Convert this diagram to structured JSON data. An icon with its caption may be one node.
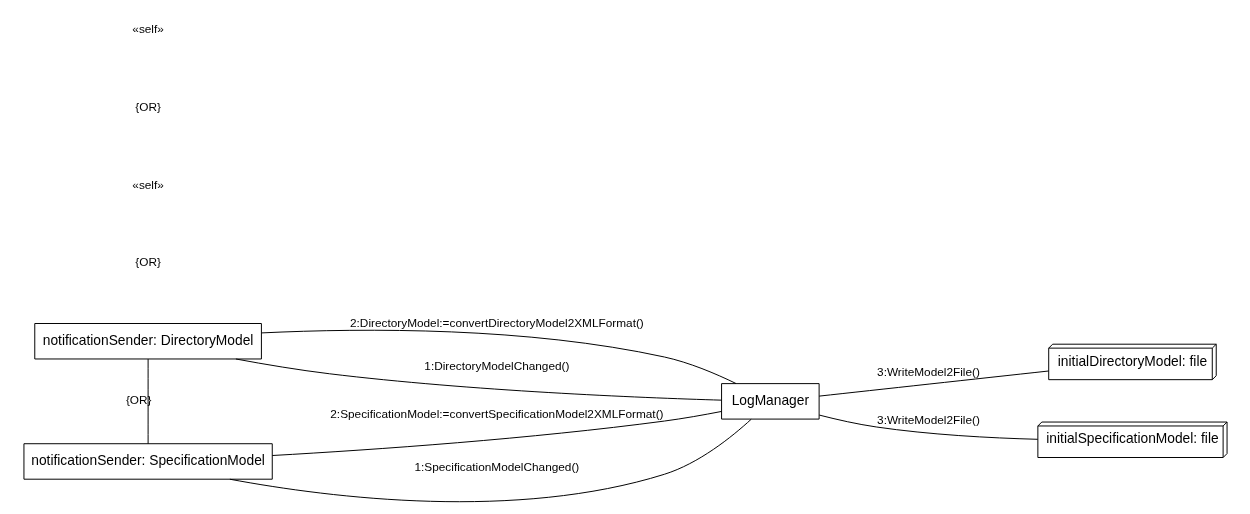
{
  "diagram": {
    "nodes": [
      {
        "text": [
          "notificationSender: DirectoryModel"
        ]
      },
      {
        "text": [
          "notificationSender: SpecificationModel"
        ]
      },
      {
        "text": [
          "LogManager"
        ]
      },
      {
        "text": [
          "initialDirectoryModel: file"
        ]
      },
      {
        "text": [
          "initialSpecificationModel: file"
        ]
      }
    ],
    "edges": [
      {
        "from": 0,
        "to": 2,
        "arrow": "none",
        "label": "2:DirectoryModel:=convertDirectoryModel2XMLFormat()"
      },
      {
        "from": 0,
        "to": 2,
        "arrow": "none",
        "label": "1:DirectoryModelChanged()"
      },
      {
        "from": 0,
        "to": 1,
        "arrow": "none",
        "label": "{OR}"
      },
      {
        "from": 1,
        "to": 2,
        "arrow": "none",
        "label": "2:SpecificationModel:=convertSpecificationModel2XMLFormat()"
      },
      {
        "from": 1,
        "to": 2,
        "arrow": "none",
        "label": "1:SpecificationModelChanged()"
      },
      {
        "from": 2,
        "to": 3,
        "arrow": "none",
        "label": "3:WriteModel2File()"
      },
      {
        "from": 2,
        "to": 4,
        "arrow": "none",
        "label": "3:WriteModel2File()"
      }
    ],
    "labels": [
      "{OR}",
      "«self»",
      "{OR}",
      "«self»"
    ]
  }
}
